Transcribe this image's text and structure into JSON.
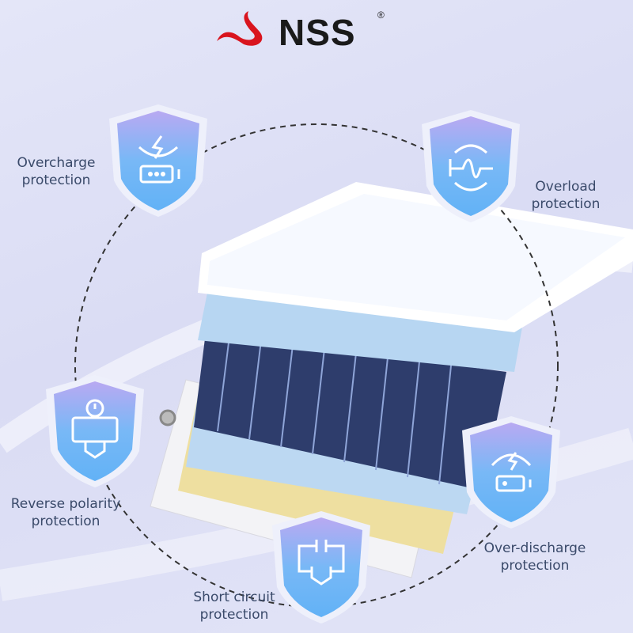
{
  "brand": {
    "name": "NSS",
    "registered": "®"
  },
  "features": [
    {
      "id": "overcharge",
      "line1": "Overcharge",
      "line2": "protection",
      "icon": "overcharge-icon"
    },
    {
      "id": "overload",
      "line1": "Overload",
      "line2": "protection",
      "icon": "overload-icon"
    },
    {
      "id": "reverse-polarity",
      "line1": "Reverse polarity",
      "line2": "protection",
      "icon": "reverse-polarity-icon"
    },
    {
      "id": "short-circuit",
      "line1": "Short circuit",
      "line2": "protection",
      "icon": "short-circuit-icon"
    },
    {
      "id": "over-discharge",
      "line1": "Over-discharge",
      "line2": "protection",
      "icon": "over-discharge-icon"
    }
  ],
  "colors": {
    "logo_red": "#d9141e",
    "shield_blue": "#6cb4f4",
    "shield_purple": "#b8a8f0",
    "label": "#3a4a6a"
  }
}
